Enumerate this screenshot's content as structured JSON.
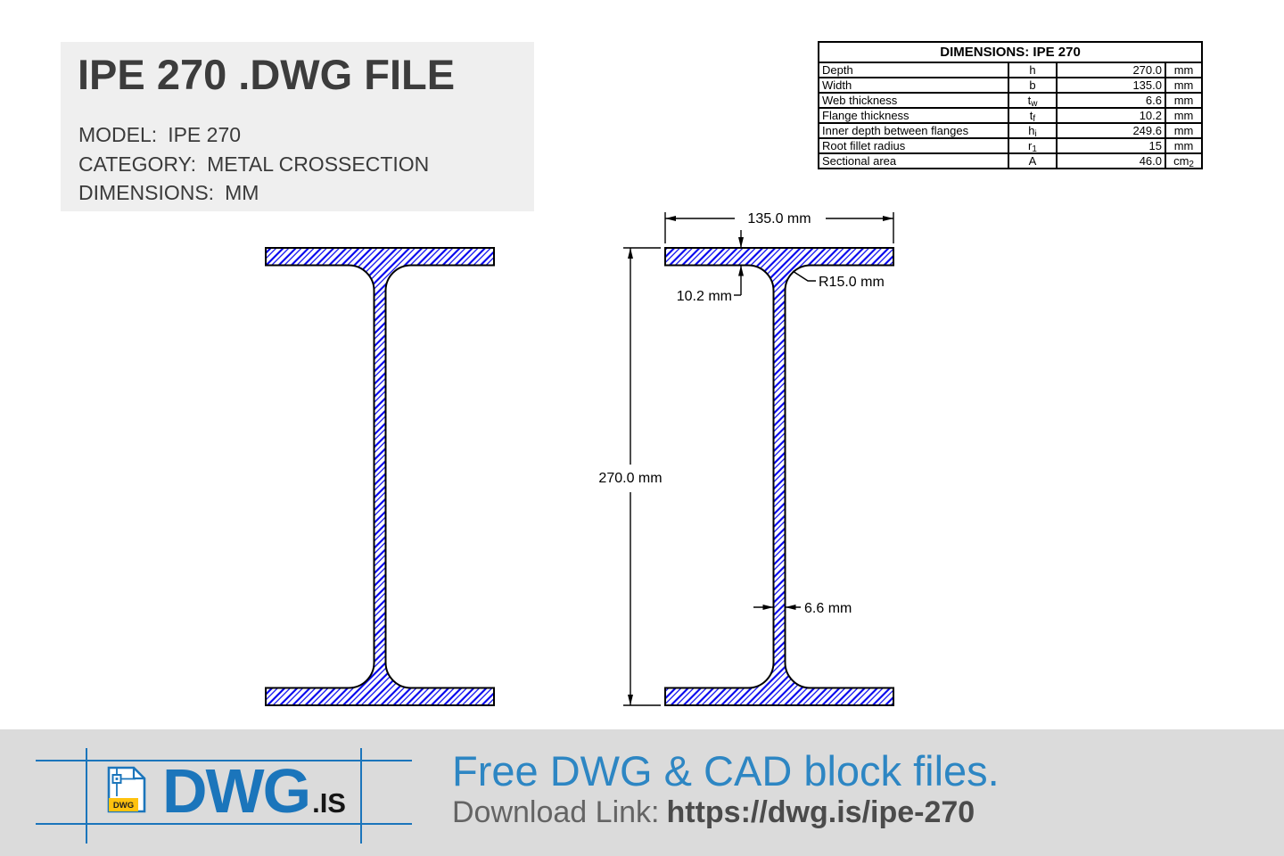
{
  "title_block": {
    "title": "IPE 270 .DWG FILE",
    "model_label": "MODEL:",
    "model_value": "IPE 270",
    "category_label": "CATEGORY:",
    "category_value": "METAL CROSSECTION",
    "dimensions_label": "DIMENSIONS:",
    "dimensions_value": "MM"
  },
  "dimensions_table": {
    "header": "DIMENSIONS: IPE 270",
    "rows": [
      {
        "label": "Depth",
        "sym": "h",
        "sub": "",
        "value": "270.0",
        "unit": "mm",
        "unit_sub": ""
      },
      {
        "label": "Width",
        "sym": "b",
        "sub": "",
        "value": "135.0",
        "unit": "mm",
        "unit_sub": ""
      },
      {
        "label": "Web thickness",
        "sym": "t",
        "sub": "w",
        "value": "6.6",
        "unit": "mm",
        "unit_sub": ""
      },
      {
        "label": "Flange thickness",
        "sym": "t",
        "sub": "f",
        "value": "10.2",
        "unit": "mm",
        "unit_sub": ""
      },
      {
        "label": "Inner depth between flanges",
        "sym": "h",
        "sub": "i",
        "value": "249.6",
        "unit": "mm",
        "unit_sub": ""
      },
      {
        "label": "Root fillet radius",
        "sym": "r",
        "sub": "1",
        "value": "15",
        "unit": "mm",
        "unit_sub": ""
      },
      {
        "label": "Sectional area",
        "sym": "A",
        "sub": "",
        "value": "46.0",
        "unit": "cm",
        "unit_sub": "2"
      }
    ]
  },
  "drawing": {
    "dim_width": "135.0 mm",
    "dim_flange_thickness": "10.2 mm",
    "dim_root_radius": "R15.0 mm",
    "dim_depth": "270.0 mm",
    "dim_web_thickness": "6.6 mm"
  },
  "footer": {
    "logo_file_label": "DWG",
    "logo_text": "DWG",
    "logo_suffix": ".IS",
    "heading": "Free DWG & CAD block files.",
    "link_label": "Download Link:",
    "link_url": "https://dwg.is/ipe-270"
  },
  "colors": {
    "hatch_blue": "#0000ee",
    "brand_blue": "#1b75bb",
    "heading_blue": "#2d86c3",
    "label_yellow": "#ffc20e",
    "title_box_gray": "#efefef",
    "footer_gray": "#dbdbdb"
  }
}
